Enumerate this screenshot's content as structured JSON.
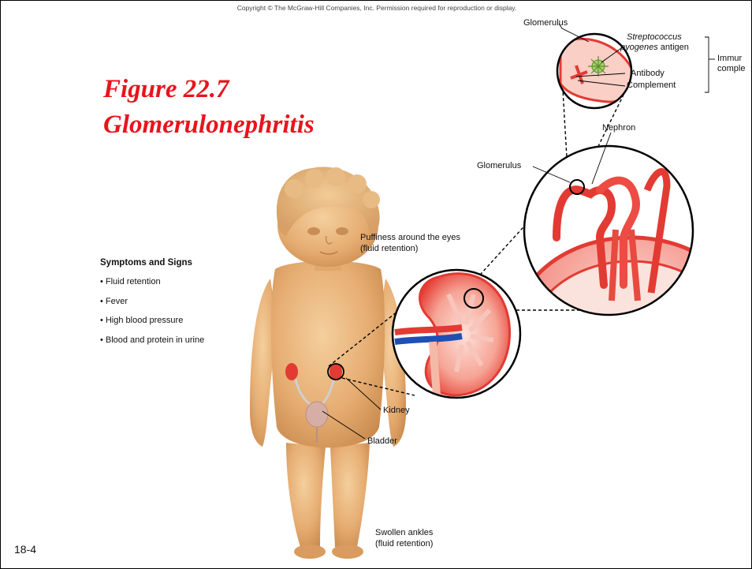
{
  "copyright": "Copyright © The McGraw-Hill Companies, Inc. Permission required for reproduction or display.",
  "title": {
    "line1": "Figure 22.7",
    "line2": "Glomerulonephritis",
    "color": "#e8141c"
  },
  "symptoms": {
    "heading": "Symptoms and Signs",
    "items": [
      "Fluid retention",
      "Fever",
      "High blood pressure",
      "Blood and protein in urine"
    ]
  },
  "labels": {
    "glomerulus_top": "Glomerulus",
    "antigen_italic_1": "Streptococcus",
    "antigen_italic_2": "pyogenes",
    "antigen_word": " antigen",
    "antibody": "Antibody",
    "complement": "Complement",
    "immune_1": "Immur",
    "immune_2": "comple",
    "nephron": "Nephron",
    "glomerulus_mid": "Glomerulus",
    "puffiness_1": "Puffiness around the eyes",
    "puffiness_2": "(fluid retention)",
    "kidney": "Kidney",
    "bladder": "Bladder",
    "ankles_1": "Swollen ankles",
    "ankles_2": "(fluid retention)"
  },
  "slide_number": "18-4",
  "colors": {
    "tissue_red": "#e8302c",
    "tissue_pink": "#f7b7ae",
    "skin": "#e9b57c",
    "vein_blue": "#1f4fb5"
  }
}
